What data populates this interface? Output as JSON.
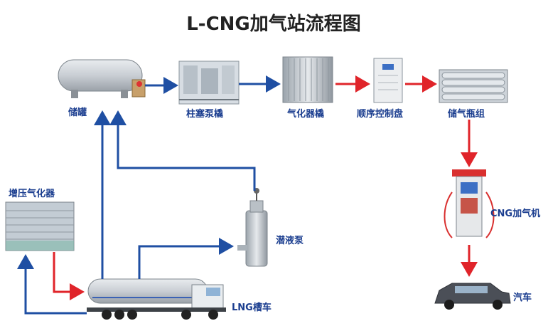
{
  "title": "L-CNG加气站流程图",
  "labels": {
    "storage_tank": "储罐",
    "piston_pump_skid": "柱塞泵橇",
    "vaporizer_skid": "气化器橇",
    "sequence_panel": "顺序控制盘",
    "cylinder_group": "储气瓶组",
    "pressure_vaporizer": "增压气化器",
    "submerged_pump": "潜液泵",
    "lng_tanker": "LNG槽车",
    "cng_dispenser": "CNG加气机",
    "car": "汽车"
  },
  "colors": {
    "liquid_line": "#1f4fa3",
    "gas_line": "#e0242a",
    "label": "#1a3d8f"
  }
}
